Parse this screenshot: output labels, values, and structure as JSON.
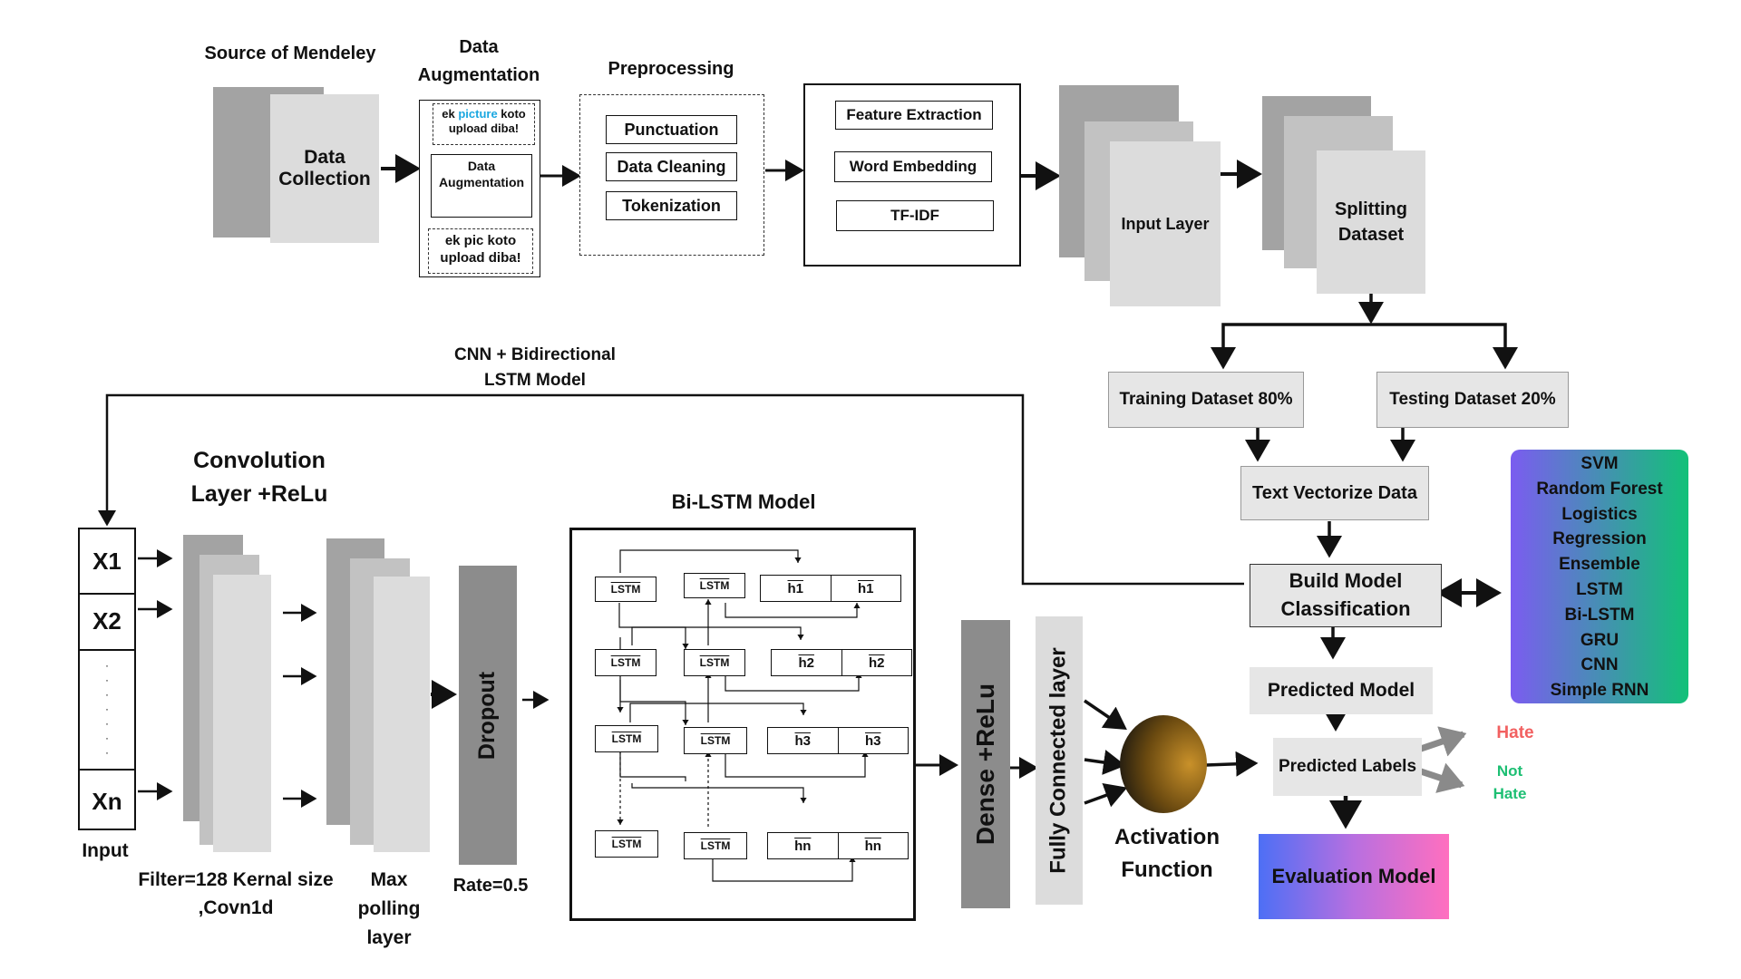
{
  "top": {
    "source_label": "Source  of Mendeley",
    "data_collection": [
      "Data",
      "Collection"
    ],
    "augmentation_title": [
      "Data",
      "Augmentation"
    ],
    "aug_example_top_pre": "ek ",
    "aug_example_top_highlight": "picture",
    "aug_example_top_post": " koto",
    "aug_example_top_line2": "upload diba!",
    "aug_center": [
      "Data",
      "Augmentation"
    ],
    "aug_example_bottom": [
      "ek pic koto",
      "upload diba!"
    ],
    "preprocessing_title": "Preprocessing",
    "preprocessing_items": [
      "Punctuation",
      "Data Cleaning",
      "Tokenization"
    ],
    "feature_items": [
      "Feature Extraction",
      "Word Embedding",
      "TF-IDF"
    ],
    "input_layer": "Input Layer",
    "splitting": [
      "Splitting",
      "Dataset"
    ]
  },
  "split": {
    "training": "Training Dataset 80%",
    "testing": "Testing Dataset 20%",
    "vectorize": "Text Vectorize Data",
    "build_model": [
      "Build Model",
      "Classification"
    ],
    "predicted_model": "Predicted Model",
    "predicted_labels": "Predicted Labels",
    "hate": "Hate",
    "not_hate": [
      "Not",
      "Hate"
    ],
    "evaluation": "Evaluation Model"
  },
  "models_list": [
    "SVM",
    "Random Forest",
    "Logistics",
    "Regression",
    "Ensemble",
    "LSTM",
    "Bi-LSTM",
    "GRU",
    "CNN",
    "Simple RNN"
  ],
  "cnn_bilstm": {
    "title": [
      "CNN + Bidirectional",
      "LSTM Model"
    ],
    "inputs": [
      "X1",
      "X2",
      "Xn"
    ],
    "input_label": "Input",
    "conv_title": [
      "Convolution",
      "Layer +ReLu"
    ],
    "filter_label": [
      "Filter=128 Kernal size",
      ",Covn1d"
    ],
    "max_pool": [
      "Max",
      "polling",
      "layer"
    ],
    "dropout": "Dropout",
    "rate": "Rate=0.5",
    "bilstm_title": "Bi-LSTM Model",
    "lstm": "LSTM",
    "hidden": [
      "h1",
      "h2",
      "h3",
      "hn"
    ],
    "dense": "Dense +ReLu",
    "fully_connected": "Fully Connected layer",
    "activation": [
      "Activation",
      "Function"
    ]
  },
  "colors": {
    "highlight_blue": "#1aa7e0",
    "hate_red": "#f26060",
    "not_hate_green": "#1dbf73",
    "models_gradient_start": "#7b5cf0",
    "models_gradient_end": "#12c178",
    "eval_gradient_start": "#4d6ff5",
    "eval_gradient_end": "#ff6fbf"
  }
}
